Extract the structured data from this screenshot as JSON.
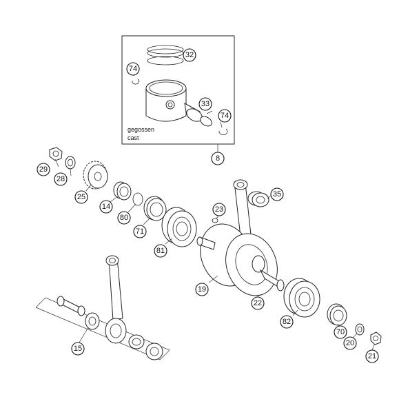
{
  "callouts": [
    {
      "id": "c32",
      "label": "32"
    },
    {
      "id": "c74a",
      "label": "74"
    },
    {
      "id": "c33",
      "label": "33"
    },
    {
      "id": "c74b",
      "label": "74"
    },
    {
      "id": "c8",
      "label": "8"
    },
    {
      "id": "c29",
      "label": "29"
    },
    {
      "id": "c28",
      "label": "28"
    },
    {
      "id": "c25",
      "label": "25"
    },
    {
      "id": "c14",
      "label": "14"
    },
    {
      "id": "c80",
      "label": "80"
    },
    {
      "id": "c71",
      "label": "71"
    },
    {
      "id": "c81",
      "label": "81"
    },
    {
      "id": "c23",
      "label": "23"
    },
    {
      "id": "c35",
      "label": "35"
    },
    {
      "id": "c19",
      "label": "19"
    },
    {
      "id": "c22",
      "label": "22"
    },
    {
      "id": "c82",
      "label": "82"
    },
    {
      "id": "c70",
      "label": "70"
    },
    {
      "id": "c20",
      "label": "20"
    },
    {
      "id": "c21",
      "label": "21"
    },
    {
      "id": "c15",
      "label": "15"
    }
  ],
  "note": {
    "line1": "gegossen",
    "line2": "cast"
  }
}
